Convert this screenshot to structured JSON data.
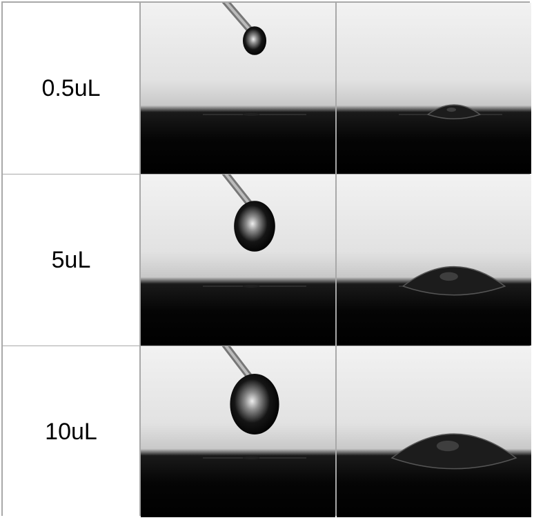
{
  "rows": [
    {
      "label": "0.5uL",
      "volume_ul": 0.5,
      "drop_scale": 0.22
    },
    {
      "label": "5uL",
      "volume_ul": 5,
      "drop_scale": 0.62
    },
    {
      "label": "10uL",
      "volume_ul": 10,
      "drop_scale": 0.8
    }
  ],
  "colors": {
    "border": "#a8a8a8",
    "background_light": "#ffffff",
    "background_dark": "#000000"
  }
}
